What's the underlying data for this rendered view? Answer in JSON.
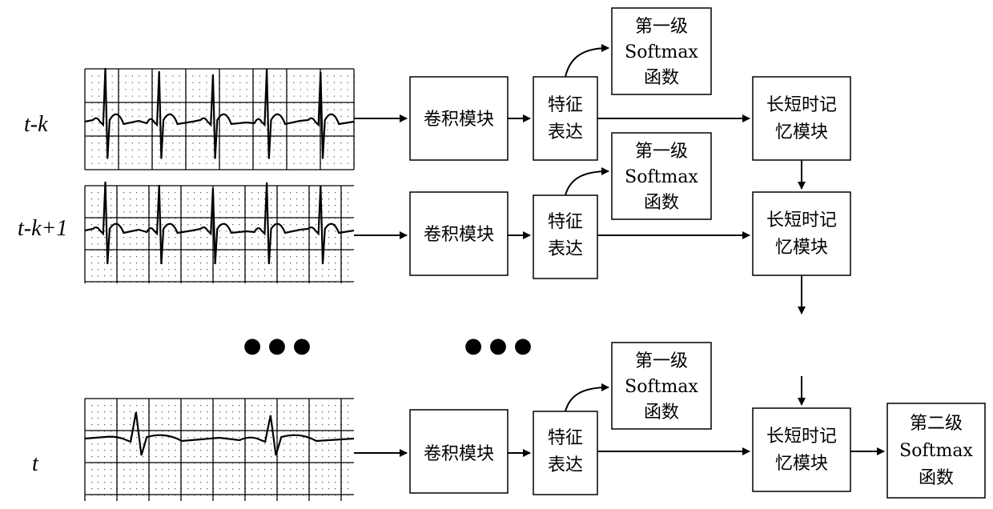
{
  "time_labels": {
    "row1": "t-k",
    "row2": "t-k+1",
    "row3": "t"
  },
  "conv_block": {
    "line1": "卷积模块"
  },
  "feature": {
    "line1": "特征",
    "line2": "表达"
  },
  "softmax1": {
    "line1": "第一级",
    "line2": "Softmax",
    "line3": "函数"
  },
  "lstm": {
    "line1": "长短时记",
    "line2": "忆模块"
  },
  "softmax2": {
    "line1": "第二级",
    "line2": "Softmax",
    "line3": "函数"
  },
  "ellipsis": "● ● ●",
  "colors": {
    "stroke": "#000000",
    "grid": "#000000",
    "background": "#ffffff"
  }
}
